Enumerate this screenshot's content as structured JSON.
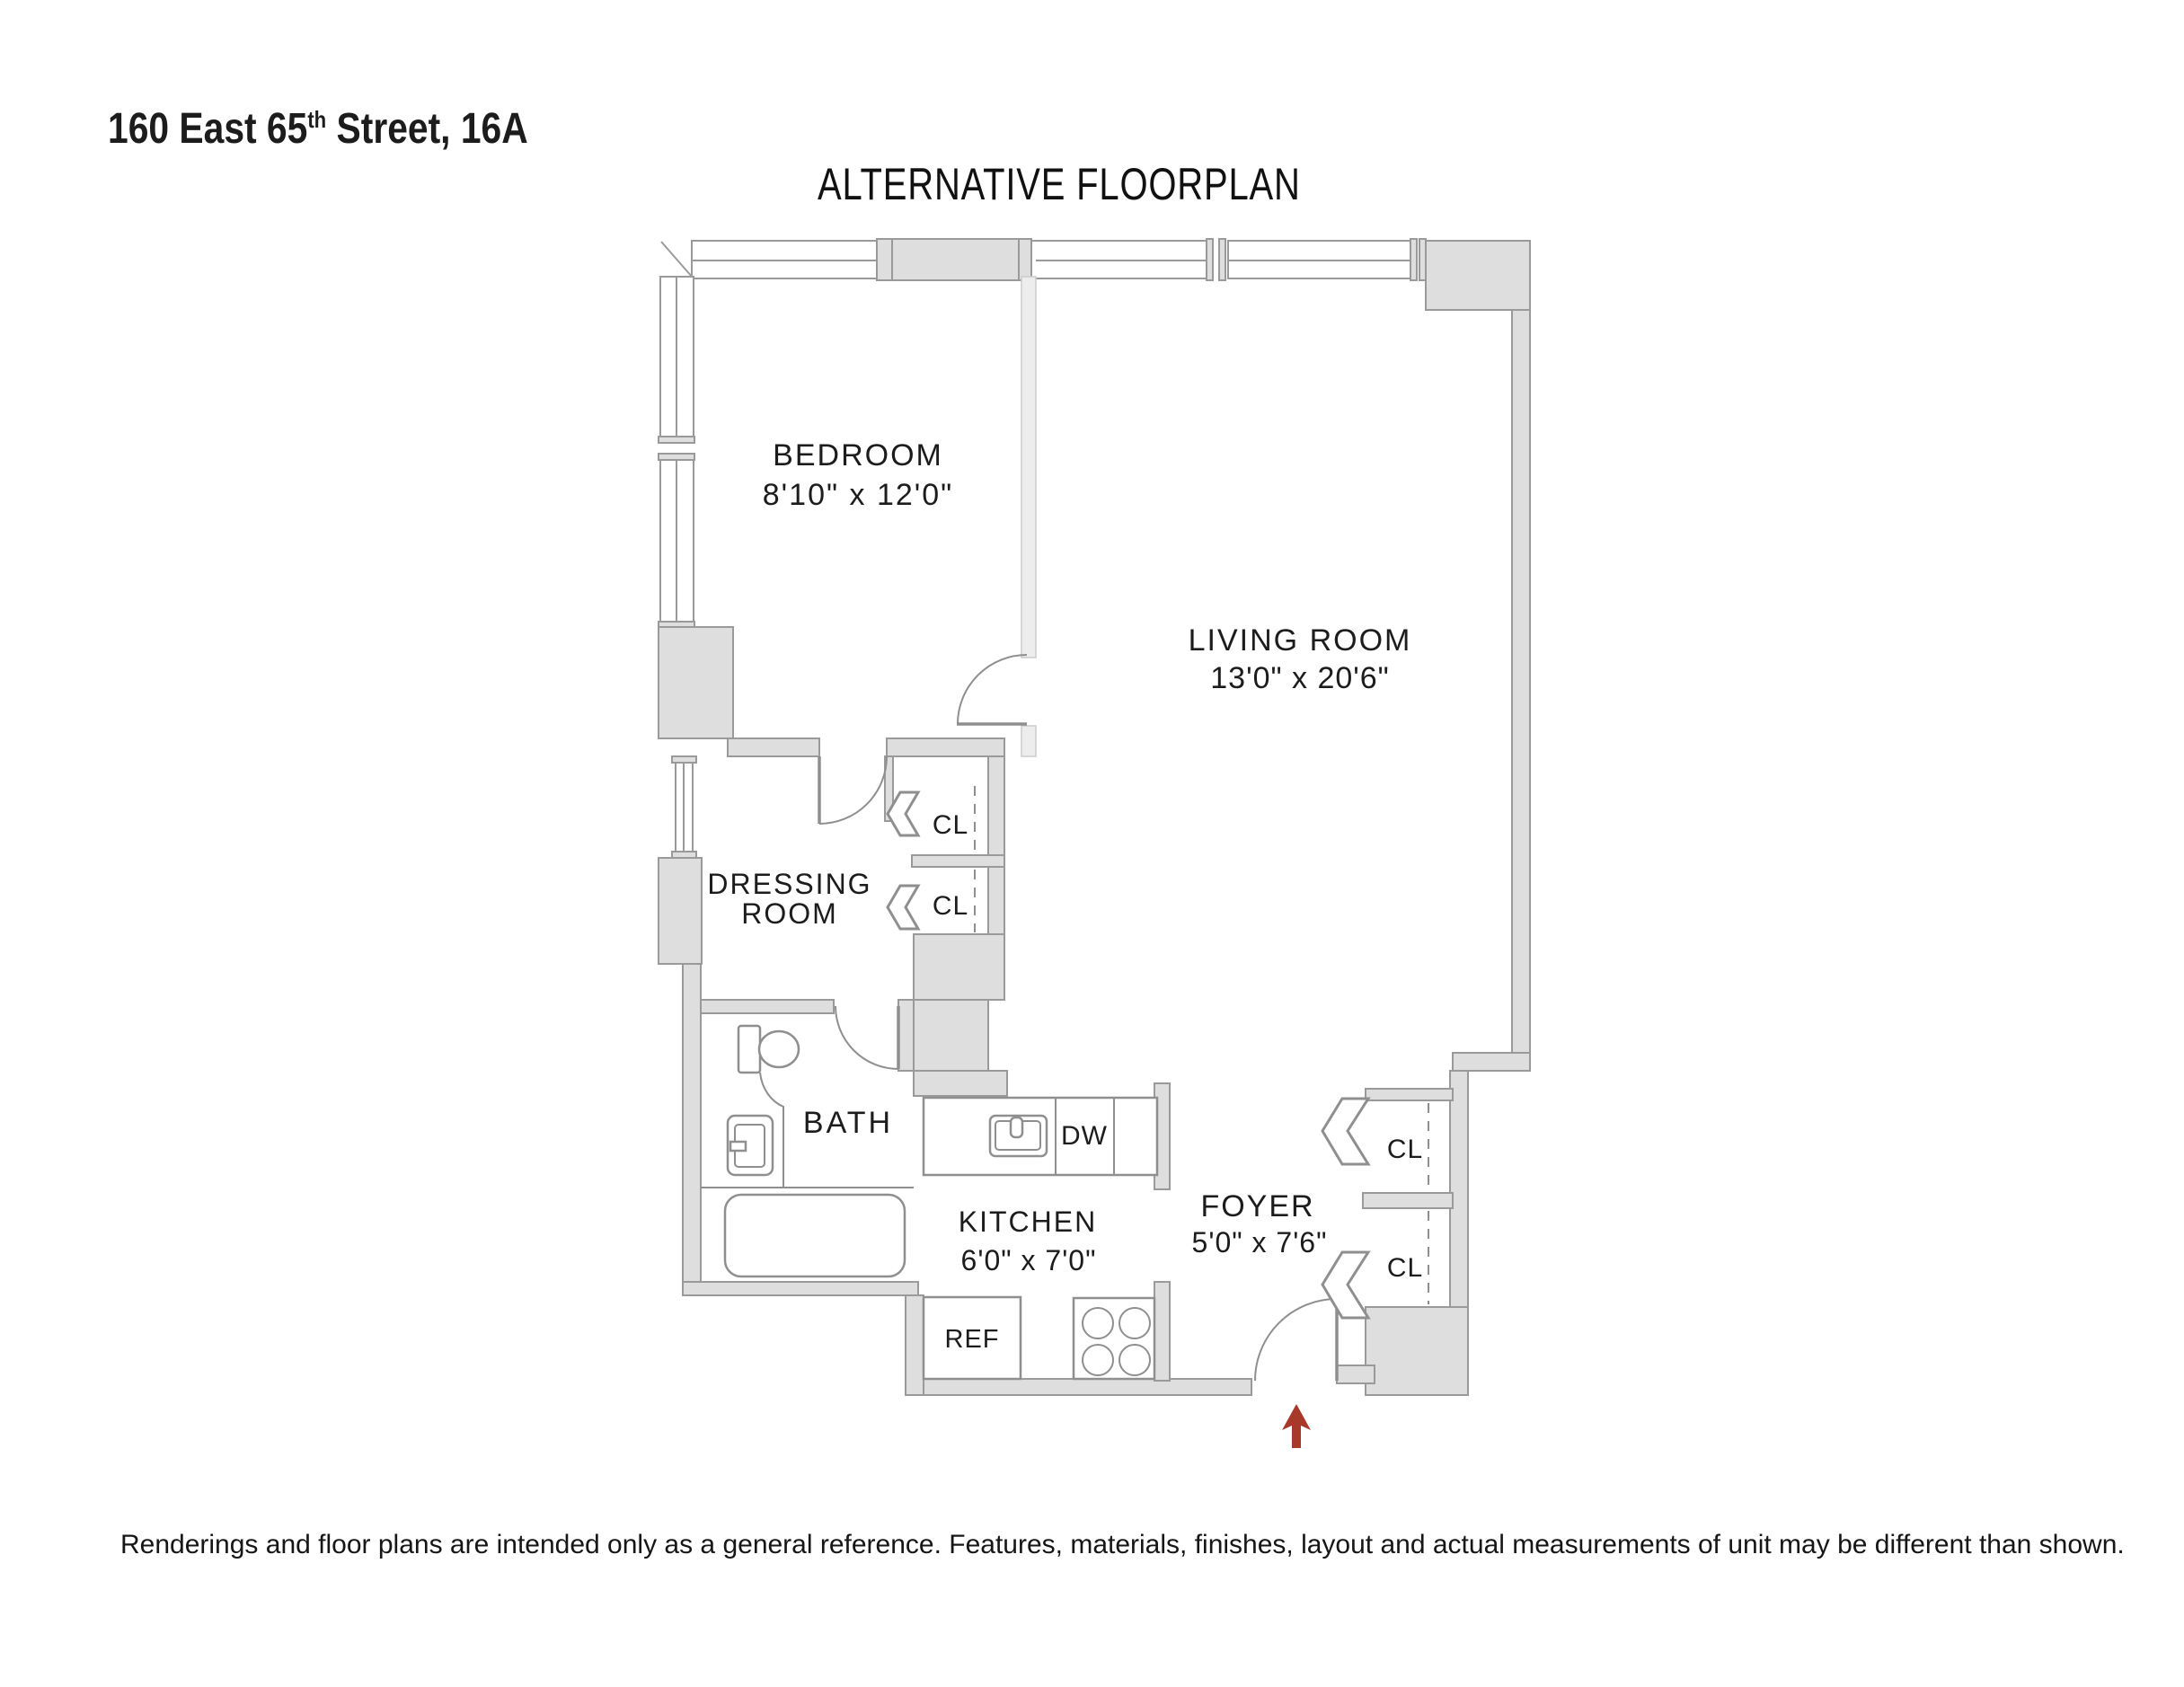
{
  "header": {
    "address_prefix": "160 East 65",
    "address_sup": "th",
    "address_suffix": " Street, 16A",
    "plan_title": "ALTERNATIVE FLOORPLAN"
  },
  "rooms": {
    "bedroom": {
      "label": "BEDROOM",
      "dims": "8'10\" x 12'0\""
    },
    "living_room": {
      "label": "LIVING ROOM",
      "dims": "13'0\" x 20'6\""
    },
    "dressing_room": {
      "label_line1": "DRESSING",
      "label_line2": "ROOM"
    },
    "bath": {
      "label": "BATH"
    },
    "kitchen": {
      "label": "KITCHEN",
      "dims": "6'0\" x 7'0\""
    },
    "foyer": {
      "label": "FOYER",
      "dims": "5'0\" x 7'6\""
    }
  },
  "closets": {
    "dressing_top": "CL",
    "dressing_bottom": "CL",
    "foyer_top": "CL",
    "foyer_bottom": "CL"
  },
  "appliances": {
    "dishwasher": "DW",
    "refrigerator": "REF"
  },
  "footer": {
    "disclaimer": "Renderings and floor plans are intended only as a general reference. Features, materials, finishes, layout and actual measurements of unit may be different than shown."
  },
  "colors": {
    "wall_fill": "#dedede",
    "wall_stroke": "#9a9a9a",
    "partition_fill": "#ededed",
    "partition_stroke": "#cccccc",
    "line": "#8f8f8f",
    "text": "#1c1c1c",
    "arrow": "#a8392a",
    "background": "#ffffff"
  }
}
